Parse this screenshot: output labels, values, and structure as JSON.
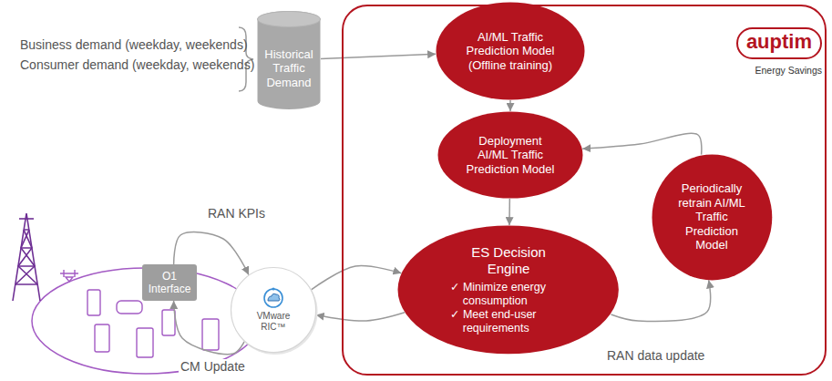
{
  "diagram": {
    "nodes": [
      {
        "text": [
          "Historical Traffic Demand"
        ]
      },
      {
        "text": [
          "auptim",
          "Energy Savings"
        ]
      },
      {
        "text": [
          "AI/ML Traffic Prediction Model (Offline training)"
        ],
        "in": 1
      },
      {
        "text": [
          "Deployment AI/ML Traffic Prediction Model"
        ],
        "in": 1
      },
      {
        "text": [
          "Periodically retrain AI/ML Traffic Prediction Model"
        ],
        "in": 1
      },
      {
        "text": [
          "ES Decision Engine",
          "✓ Minimize energy consumption",
          "✓ Meet end-user requirements"
        ],
        "in": 1
      },
      {
        "text": [
          "VMware RIC™"
        ]
      },
      {
        "text": [
          "O1 Interface"
        ]
      }
    ],
    "edges": [
      {
        "from": 0,
        "to": 2,
        "arrow": "to"
      },
      {
        "from": 2,
        "to": 3,
        "arrow": "to"
      },
      {
        "from": 3,
        "to": 5,
        "arrow": "to"
      },
      {
        "from": 5,
        "to": 4,
        "label": "RAN data update",
        "arrow": "to"
      },
      {
        "from": 4,
        "to": 3,
        "arrow": "to"
      },
      {
        "from": 7,
        "to": 6,
        "label": "RAN KPIs",
        "arrow": "to"
      },
      {
        "from": 6,
        "to": 7,
        "label": "CM Update",
        "arrow": "to"
      },
      {
        "from": 6,
        "to": 5,
        "arrow": "to"
      },
      {
        "from": 5,
        "to": 6,
        "arrow": "to"
      }
    ],
    "labels": [
      "Business demand (weekday, weekends)",
      "Consumer demand (weekday, weekends)"
    ]
  }
}
